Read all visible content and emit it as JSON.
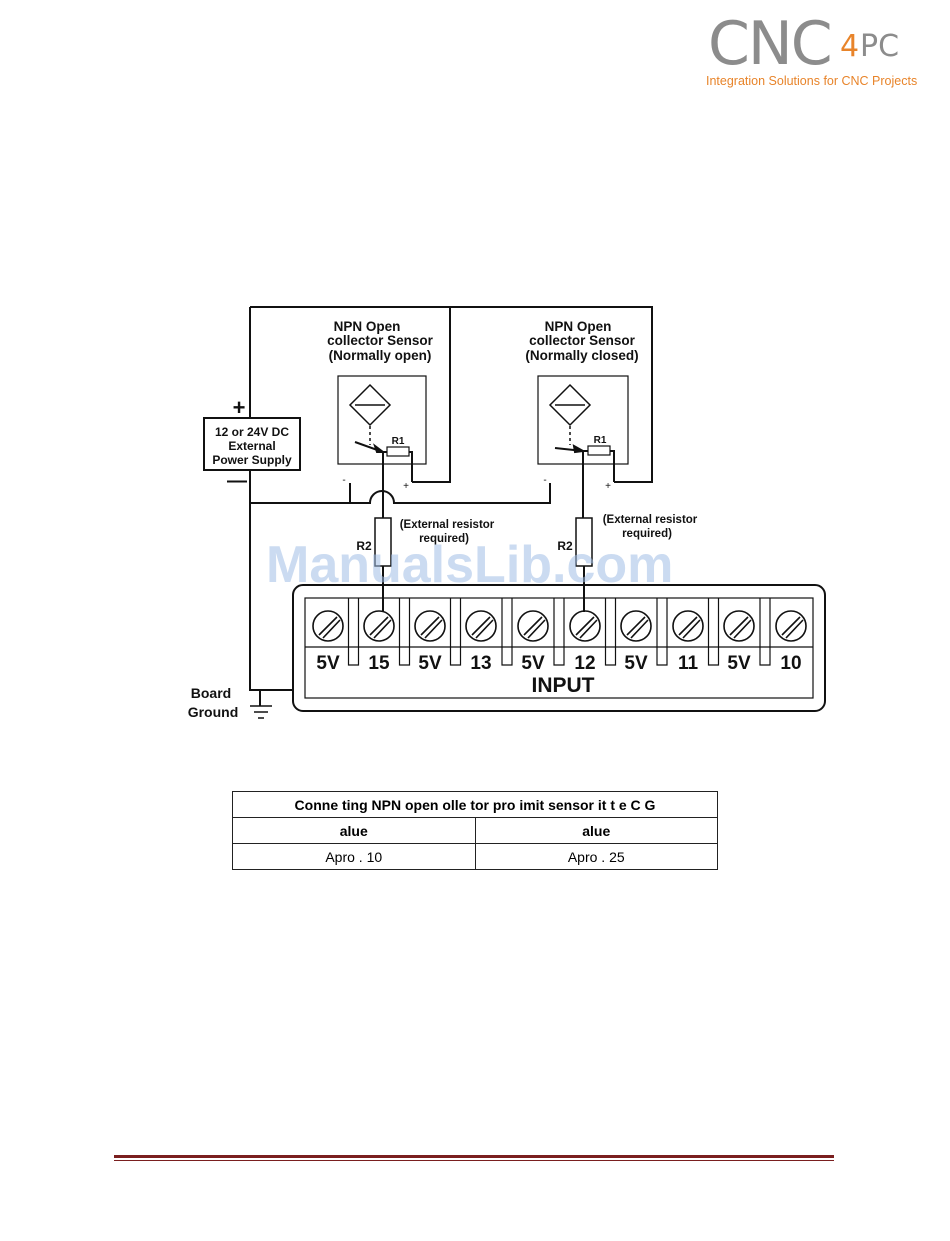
{
  "logo": {
    "main": "CNC",
    "four": "4",
    "pc": "PC",
    "tagline": "Integration Solutions for CNC Projects"
  },
  "diagram": {
    "sensor_left_title_1": "NPN Open",
    "sensor_left_title_2": "collector Sensor",
    "sensor_left_title_3": "(Normally open)",
    "sensor_right_title_1": "NPN Open",
    "sensor_right_title_2": "collector Sensor",
    "sensor_right_title_3": "(Normally closed)",
    "r1": "R1",
    "r2": "R2",
    "minus_small": "-",
    "plus_small": "+",
    "plus": "+",
    "minus": "—",
    "power_1": "12 or 24V DC",
    "power_2": "External",
    "power_3": "Power Supply",
    "ext_res_1": "(External resistor",
    "ext_res_2": "required)",
    "board_1": "Board",
    "board_2": "Ground",
    "terminals": [
      "5V",
      "15",
      "5V",
      "13",
      "5V",
      "12",
      "5V",
      "11",
      "5V",
      "10"
    ],
    "input_label": "INPUT"
  },
  "watermark": "ManualsLib.com",
  "table": {
    "title": "Conne ting NPN open olle tor pro imit sensor it t e C G",
    "col1_header": "alue",
    "col2_header": "alue",
    "col1_value": "Apro . 10",
    "col2_value": "Apro . 25"
  }
}
